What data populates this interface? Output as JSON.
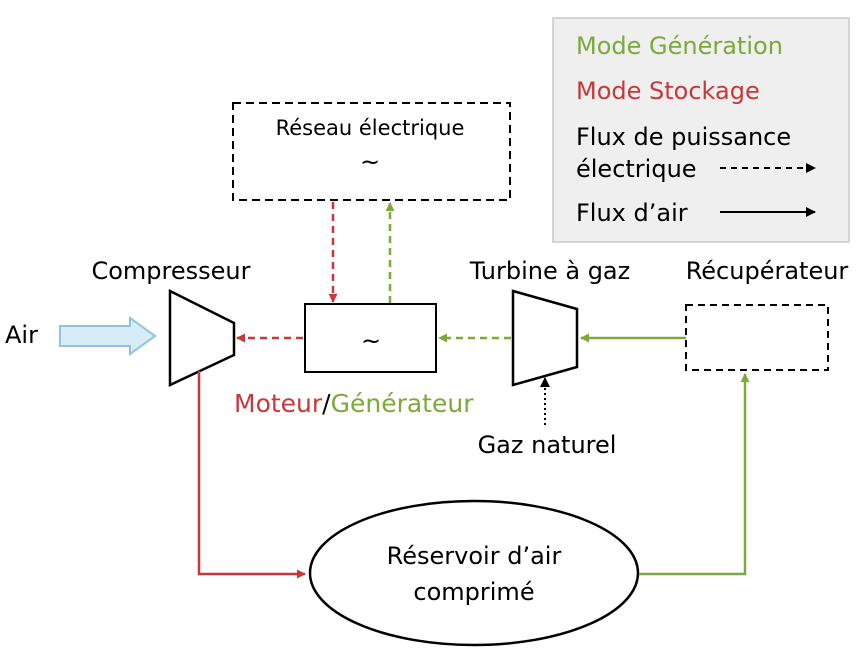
{
  "legend": {
    "mode_generation": "Mode Génération",
    "mode_stockage": "Mode Stockage",
    "flux_puissance_line1": "Flux de puissance",
    "flux_puissance_line2": "électrique",
    "flux_air": "Flux d’air"
  },
  "nodes": {
    "reseau": "Réseau électrique",
    "reseau_symbol": "~",
    "moteur_symbol": "~",
    "compresseur": "Compresseur",
    "turbine": "Turbine à gaz",
    "recuperateur": "Récupérateur",
    "air": "Air",
    "gaz_naturel": "Gaz naturel",
    "moteur": "Moteur",
    "separator": "/",
    "generateur": "Générateur",
    "reservoir_line1": "Réservoir d’air",
    "reservoir_line2": "comprimé"
  },
  "colors": {
    "generation": "#7da83a",
    "stockage": "#c8373a",
    "neutral": "#000000",
    "legend_bg": "#efefef",
    "legend_border": "#c9c9c9",
    "air_arrow_fill": "#d6ecf7",
    "air_arrow_stroke": "#8fc3e0"
  }
}
